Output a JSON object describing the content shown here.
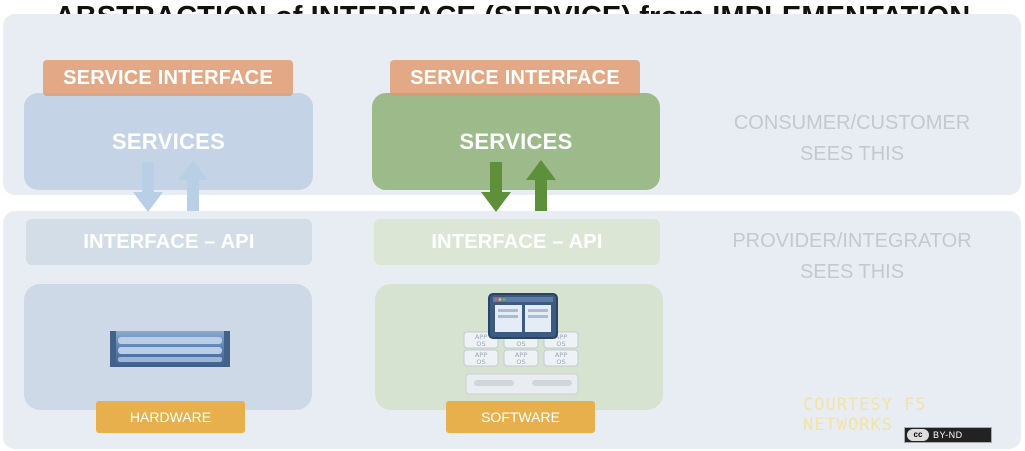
{
  "title": "ABSTRACTION of INTERFACE (SERVICE) from IMPLEMENTATION",
  "columns": [
    {
      "service_interface": "SERVICE INTERFACE",
      "services": "SERVICES",
      "api": "INTERFACE – API",
      "implementation_label": "HARDWARE",
      "color": "#c4d4e6"
    },
    {
      "service_interface": "SERVICE INTERFACE",
      "services": "SERVICES",
      "api": "INTERFACE – API",
      "implementation_label": "SOFTWARE",
      "color": "#9dba8a",
      "stack_tiles": [
        "APP",
        "OS",
        "APP",
        "OS",
        "APP",
        "OS",
        "APP",
        "OS",
        "APP",
        "OS",
        "APP",
        "OS"
      ]
    }
  ],
  "side_labels": {
    "consumer_line1": "CONSUMER/CUSTOMER",
    "consumer_line2": "SEES THIS",
    "provider_line1": "PROVIDER/INTEGRATOR",
    "provider_line2": "SEES THIS"
  },
  "courtesy": "COURTESY F5 NETWORKS",
  "license": {
    "cc": "cc",
    "terms": "BY-ND"
  }
}
